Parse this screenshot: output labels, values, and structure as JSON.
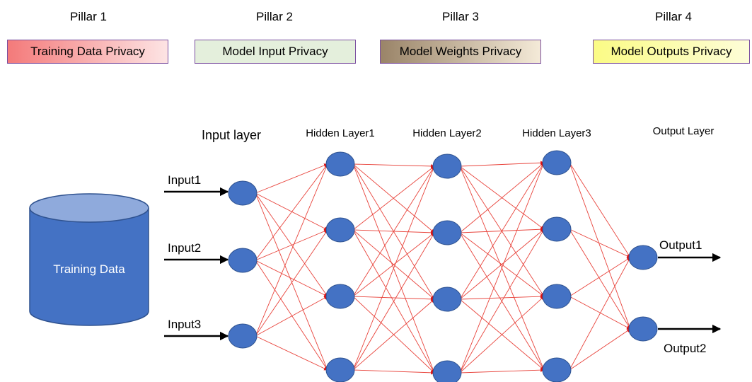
{
  "pillars": [
    {
      "title": "Pillar 1",
      "label": "Training Data Privacy",
      "gradient": [
        "#f47a7a",
        "#fde4e4"
      ]
    },
    {
      "title": "Pillar 2",
      "label": "Model Input Privacy",
      "gradient": [
        "#e4efdc",
        "#e4efdc"
      ]
    },
    {
      "title": "Pillar 3",
      "label": "Model Weights Privacy",
      "gradient": [
        "#9a8468",
        "#f4ead8"
      ]
    },
    {
      "title": "Pillar 4",
      "label": "Model Outputs Privacy",
      "gradient": [
        "#fbfb85",
        "#fdfdd8"
      ]
    }
  ],
  "database": {
    "label": "Training Data",
    "fill": "#4472c4",
    "top_fill": "#8faadc",
    "stroke": "#2f528f"
  },
  "layers": [
    {
      "title": "Input layer",
      "neurons": 3
    },
    {
      "title": "Hidden Layer1",
      "neurons": 4
    },
    {
      "title": "Hidden Layer2",
      "neurons": 4
    },
    {
      "title": "Hidden Layer3",
      "neurons": 4
    },
    {
      "title": "Output Layer",
      "neurons": 2
    }
  ],
  "inputs": [
    "Input1",
    "Input2",
    "Input3"
  ],
  "outputs": [
    "Output1",
    "Output2"
  ],
  "colors": {
    "neuron": "#4472c4",
    "neuron_stroke": "#2f528f",
    "connection": "#e8433b",
    "arrow": "#000000"
  }
}
